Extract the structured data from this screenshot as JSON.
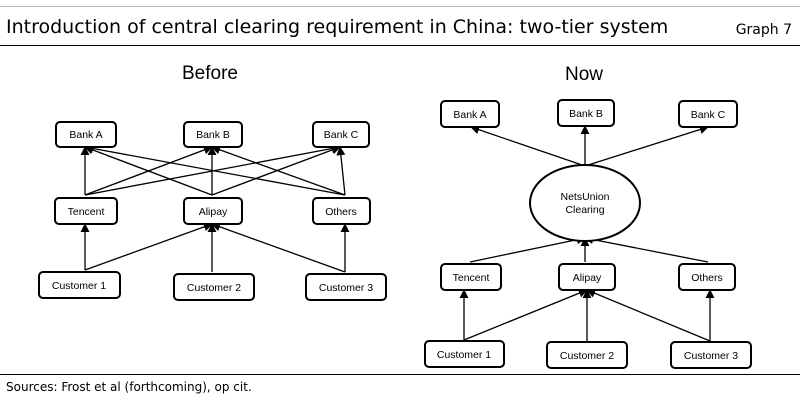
{
  "header": {
    "title": "Introduction of central clearing requirement in China: two-tier system",
    "graph_number": "Graph 7"
  },
  "footer": {
    "source": "Sources: Frost et al (forthcoming), op cit."
  },
  "panels": {
    "before": {
      "title": "Before",
      "banks": [
        "Bank A",
        "Bank B",
        "Bank C"
      ],
      "providers": [
        "Tencent",
        "Alipay",
        "Others"
      ],
      "customers": [
        "Customer 1",
        "Customer 2",
        "Customer 3"
      ]
    },
    "now": {
      "title": "Now",
      "banks": [
        "Bank A",
        "Bank B",
        "Bank C"
      ],
      "hub": [
        "NetsUnion",
        "Clearing"
      ],
      "providers": [
        "Tencent",
        "Alipay",
        "Others"
      ],
      "customers": [
        "Customer 1",
        "Customer 2",
        "Customer 3"
      ]
    }
  }
}
